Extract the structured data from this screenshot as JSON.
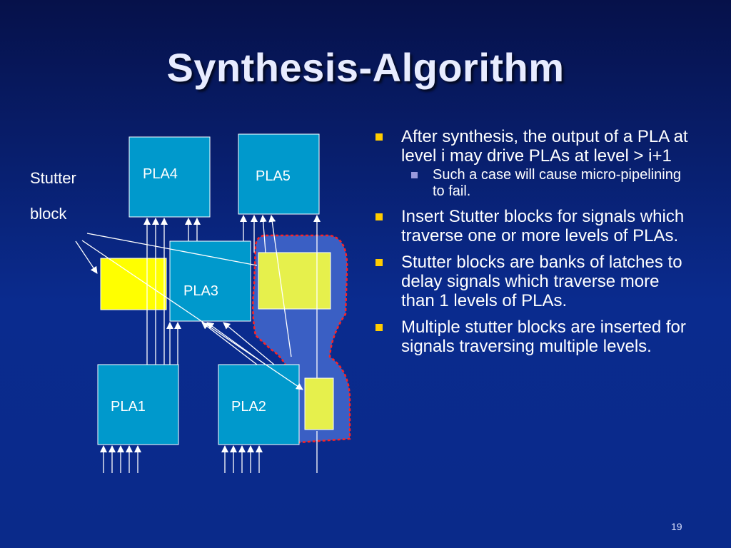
{
  "slide": {
    "title": "Synthesis-Algorithm",
    "page_number": "19"
  },
  "diagram": {
    "stutter_label_line1": "Stutter",
    "stutter_label_line2": "block",
    "pla_labels": {
      "pla1": "PLA1",
      "pla2": "PLA2",
      "pla3": "PLA3",
      "pla4": "PLA4",
      "pla5": "PLA5"
    },
    "colors": {
      "pla_fill": "#0099cc",
      "stutter_bright": "#ffff00",
      "stutter_pale": "#e6f04c",
      "highlight_fill": "#3a5fc4",
      "highlight_border": "#ff2222"
    }
  },
  "bullets": [
    {
      "text": "After synthesis, the output of a PLA at level i may drive PLAs at level > i+1",
      "sub": [
        "Such a case will cause micro-pipelining to fail."
      ]
    },
    {
      "text": "Insert Stutter blocks for signals which traverse one or more levels of PLAs."
    },
    {
      "text": "Stutter blocks are banks of latches to delay signals which traverse more than 1 levels of PLAs."
    },
    {
      "text": "Multiple stutter blocks are inserted for signals traversing multiple levels."
    }
  ]
}
